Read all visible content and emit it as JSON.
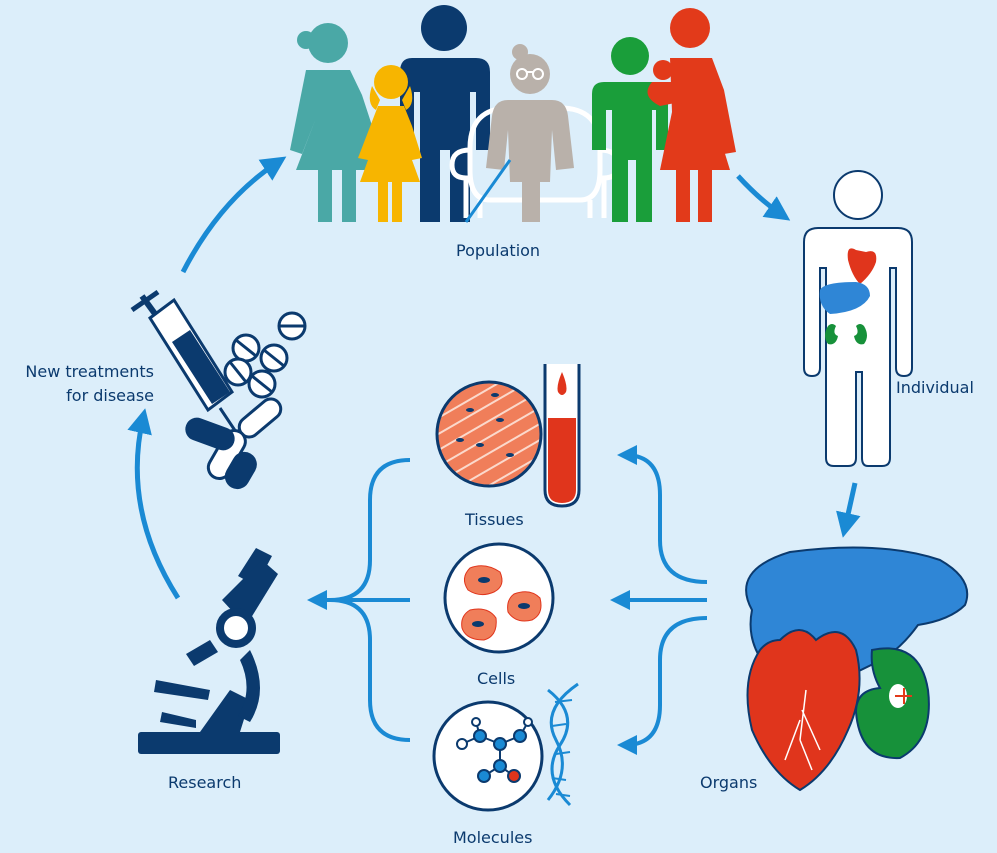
{
  "labels": {
    "population": "Population",
    "individual": "Individual",
    "organs": "Organs",
    "tissues": "Tissues",
    "cells": "Cells",
    "molecules": "Molecules",
    "research": "Research",
    "treatments_line1": "New treatments",
    "treatments_line2": "for disease"
  },
  "colors": {
    "background": "#dceefa",
    "arrow": "#1a8ad4",
    "navy": "#0b3a6e",
    "teal": "#4aa8a6",
    "yellow": "#f7b500",
    "grey": "#b9b1aa",
    "green": "#1a9e3a",
    "red": "#e23a1a",
    "liver_blue": "#2f86d6",
    "heart_red": "#e0351c",
    "kidney_green": "#17913a"
  }
}
